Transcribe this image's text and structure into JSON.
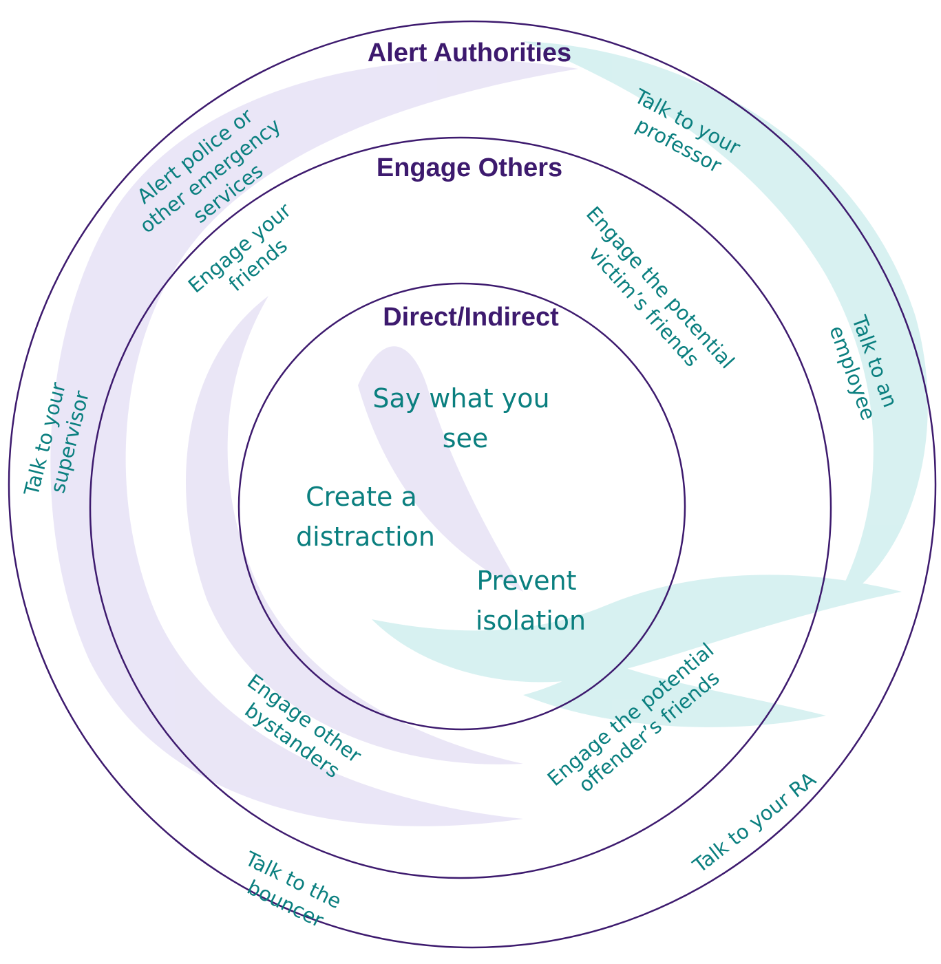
{
  "colors": {
    "ring_stroke": "#3d1a6e",
    "title": "#3d1a6e",
    "label": "#0a7f7f",
    "watermark_teal": "#b8e6e6",
    "watermark_lavender": "#d9d2f0"
  },
  "watermark": {
    "name": "phoenix-watermark",
    "description_icon": "phoenix-icon"
  },
  "rings": {
    "outer": {
      "title": "Alert Authorities",
      "items": [
        [
          "Alert police or",
          "other emergency",
          "services"
        ],
        [
          "Talk to your",
          "professor"
        ],
        [
          "Talk to an",
          "employee"
        ],
        [
          "Talk to your RA"
        ],
        [
          "Talk to the",
          "bouncer"
        ],
        [
          "Talk to your",
          "supervisor"
        ]
      ]
    },
    "middle": {
      "title": "Engage Others",
      "items": [
        [
          "Engage your",
          "friends"
        ],
        [
          "Engage the potential",
          "victim’s friends"
        ],
        [
          "Engage the potential",
          "offender’s friends"
        ],
        [
          "Engage other",
          "bystanders"
        ]
      ]
    },
    "inner": {
      "title": "Direct/Indirect",
      "items": [
        [
          "Say what you",
          "see"
        ],
        [
          "Create a",
          "distraction"
        ],
        [
          "Prevent",
          "isolation"
        ]
      ]
    }
  }
}
